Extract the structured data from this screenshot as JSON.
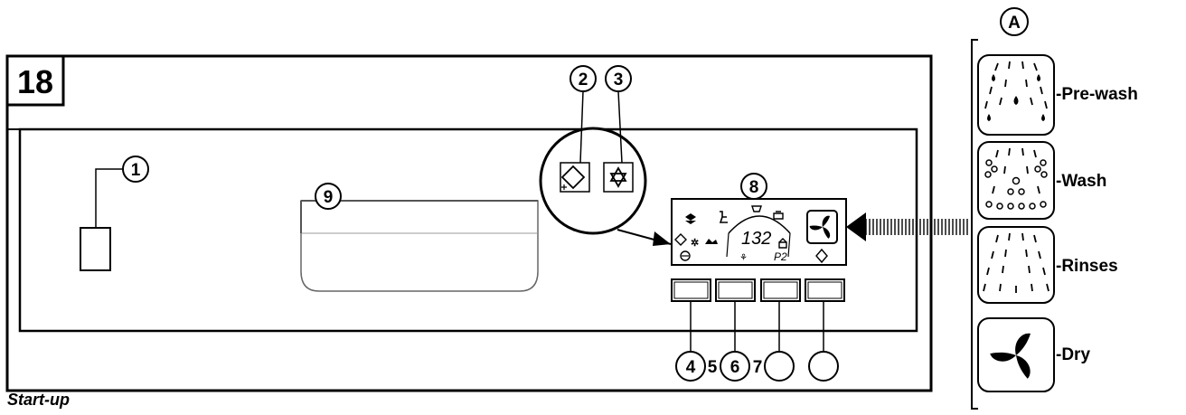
{
  "figure": {
    "number": "18",
    "caption": "Start-up"
  },
  "callouts": {
    "c1": "1",
    "c2": "2",
    "c3": "3",
    "c4": "4",
    "c5": "5",
    "c6": "6",
    "c7": "7",
    "c8": "8",
    "c9": "9"
  },
  "display": {
    "digits": "132",
    "program": "P2"
  },
  "legend": {
    "letter": "A",
    "items": [
      {
        "label": "-Pre-wash",
        "icon": "pre-wash-icon"
      },
      {
        "label": "-Wash",
        "icon": "wash-icon"
      },
      {
        "label": "-Rinses",
        "icon": "rinses-icon"
      },
      {
        "label": "-Dry",
        "icon": "dry-fan-icon"
      }
    ]
  }
}
